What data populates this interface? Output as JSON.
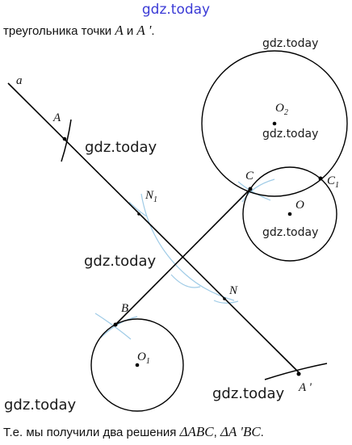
{
  "watermark_top": "gdz.today",
  "watermarks": [
    "gdz.today",
    "gdz.today",
    "gdz.today",
    "gdz.today",
    "gdz.today",
    "gdz.today",
    "gdz.today"
  ],
  "intro": {
    "text": "треугольника точки ",
    "A": "A",
    "and": " и ",
    "A_prime": "A '",
    "end": "."
  },
  "outro": {
    "text": "Т.е. мы получили два решения ",
    "sol1": "ΔABC",
    "sep": ", ",
    "sol2": "ΔA 'BC",
    "end": "."
  },
  "labels": {
    "line_a": "a",
    "A": "A",
    "N1": "N",
    "N1_sub": "1",
    "N": "N",
    "B": "B",
    "C": "C",
    "C1": "C",
    "C1_sub": "1",
    "O": "O",
    "O1": "O",
    "O1_sub": "1",
    "O2": "O",
    "O2_sub": "2",
    "A_prime": "A '"
  }
}
